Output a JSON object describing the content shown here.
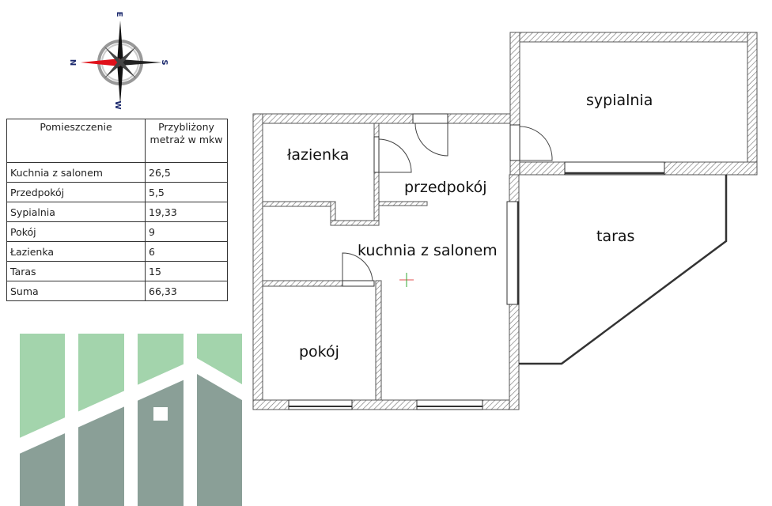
{
  "compass": {
    "north": "N",
    "east": "E",
    "south": "S",
    "west": "W"
  },
  "table": {
    "headers": [
      "Pomieszczenie",
      "Przybliżony metraż w mkw"
    ],
    "rows": [
      {
        "room": "Kuchnia z salonem",
        "area": "26,5"
      },
      {
        "room": "Przedpokój",
        "area": "5,5"
      },
      {
        "room": "Sypialnia",
        "area": "19,33"
      },
      {
        "room": "Pokój",
        "area": "9"
      },
      {
        "room": "Łazienka",
        "area": "6"
      },
      {
        "room": "Taras",
        "area": "15"
      },
      {
        "room": "Suma",
        "area": "66,33"
      }
    ]
  },
  "rooms": {
    "lazienka": "łazienka",
    "przedpokoj": "przedpokój",
    "kuchnia": "kuchnia z salonem",
    "pokoj": "pokój",
    "sypialnia": "sypialnia",
    "taras": "taras"
  },
  "colors": {
    "logo_light": "#a3d4ac",
    "logo_dark": "#8a9f97",
    "compass_red": "#e0101a",
    "wall_line": "#555555"
  }
}
